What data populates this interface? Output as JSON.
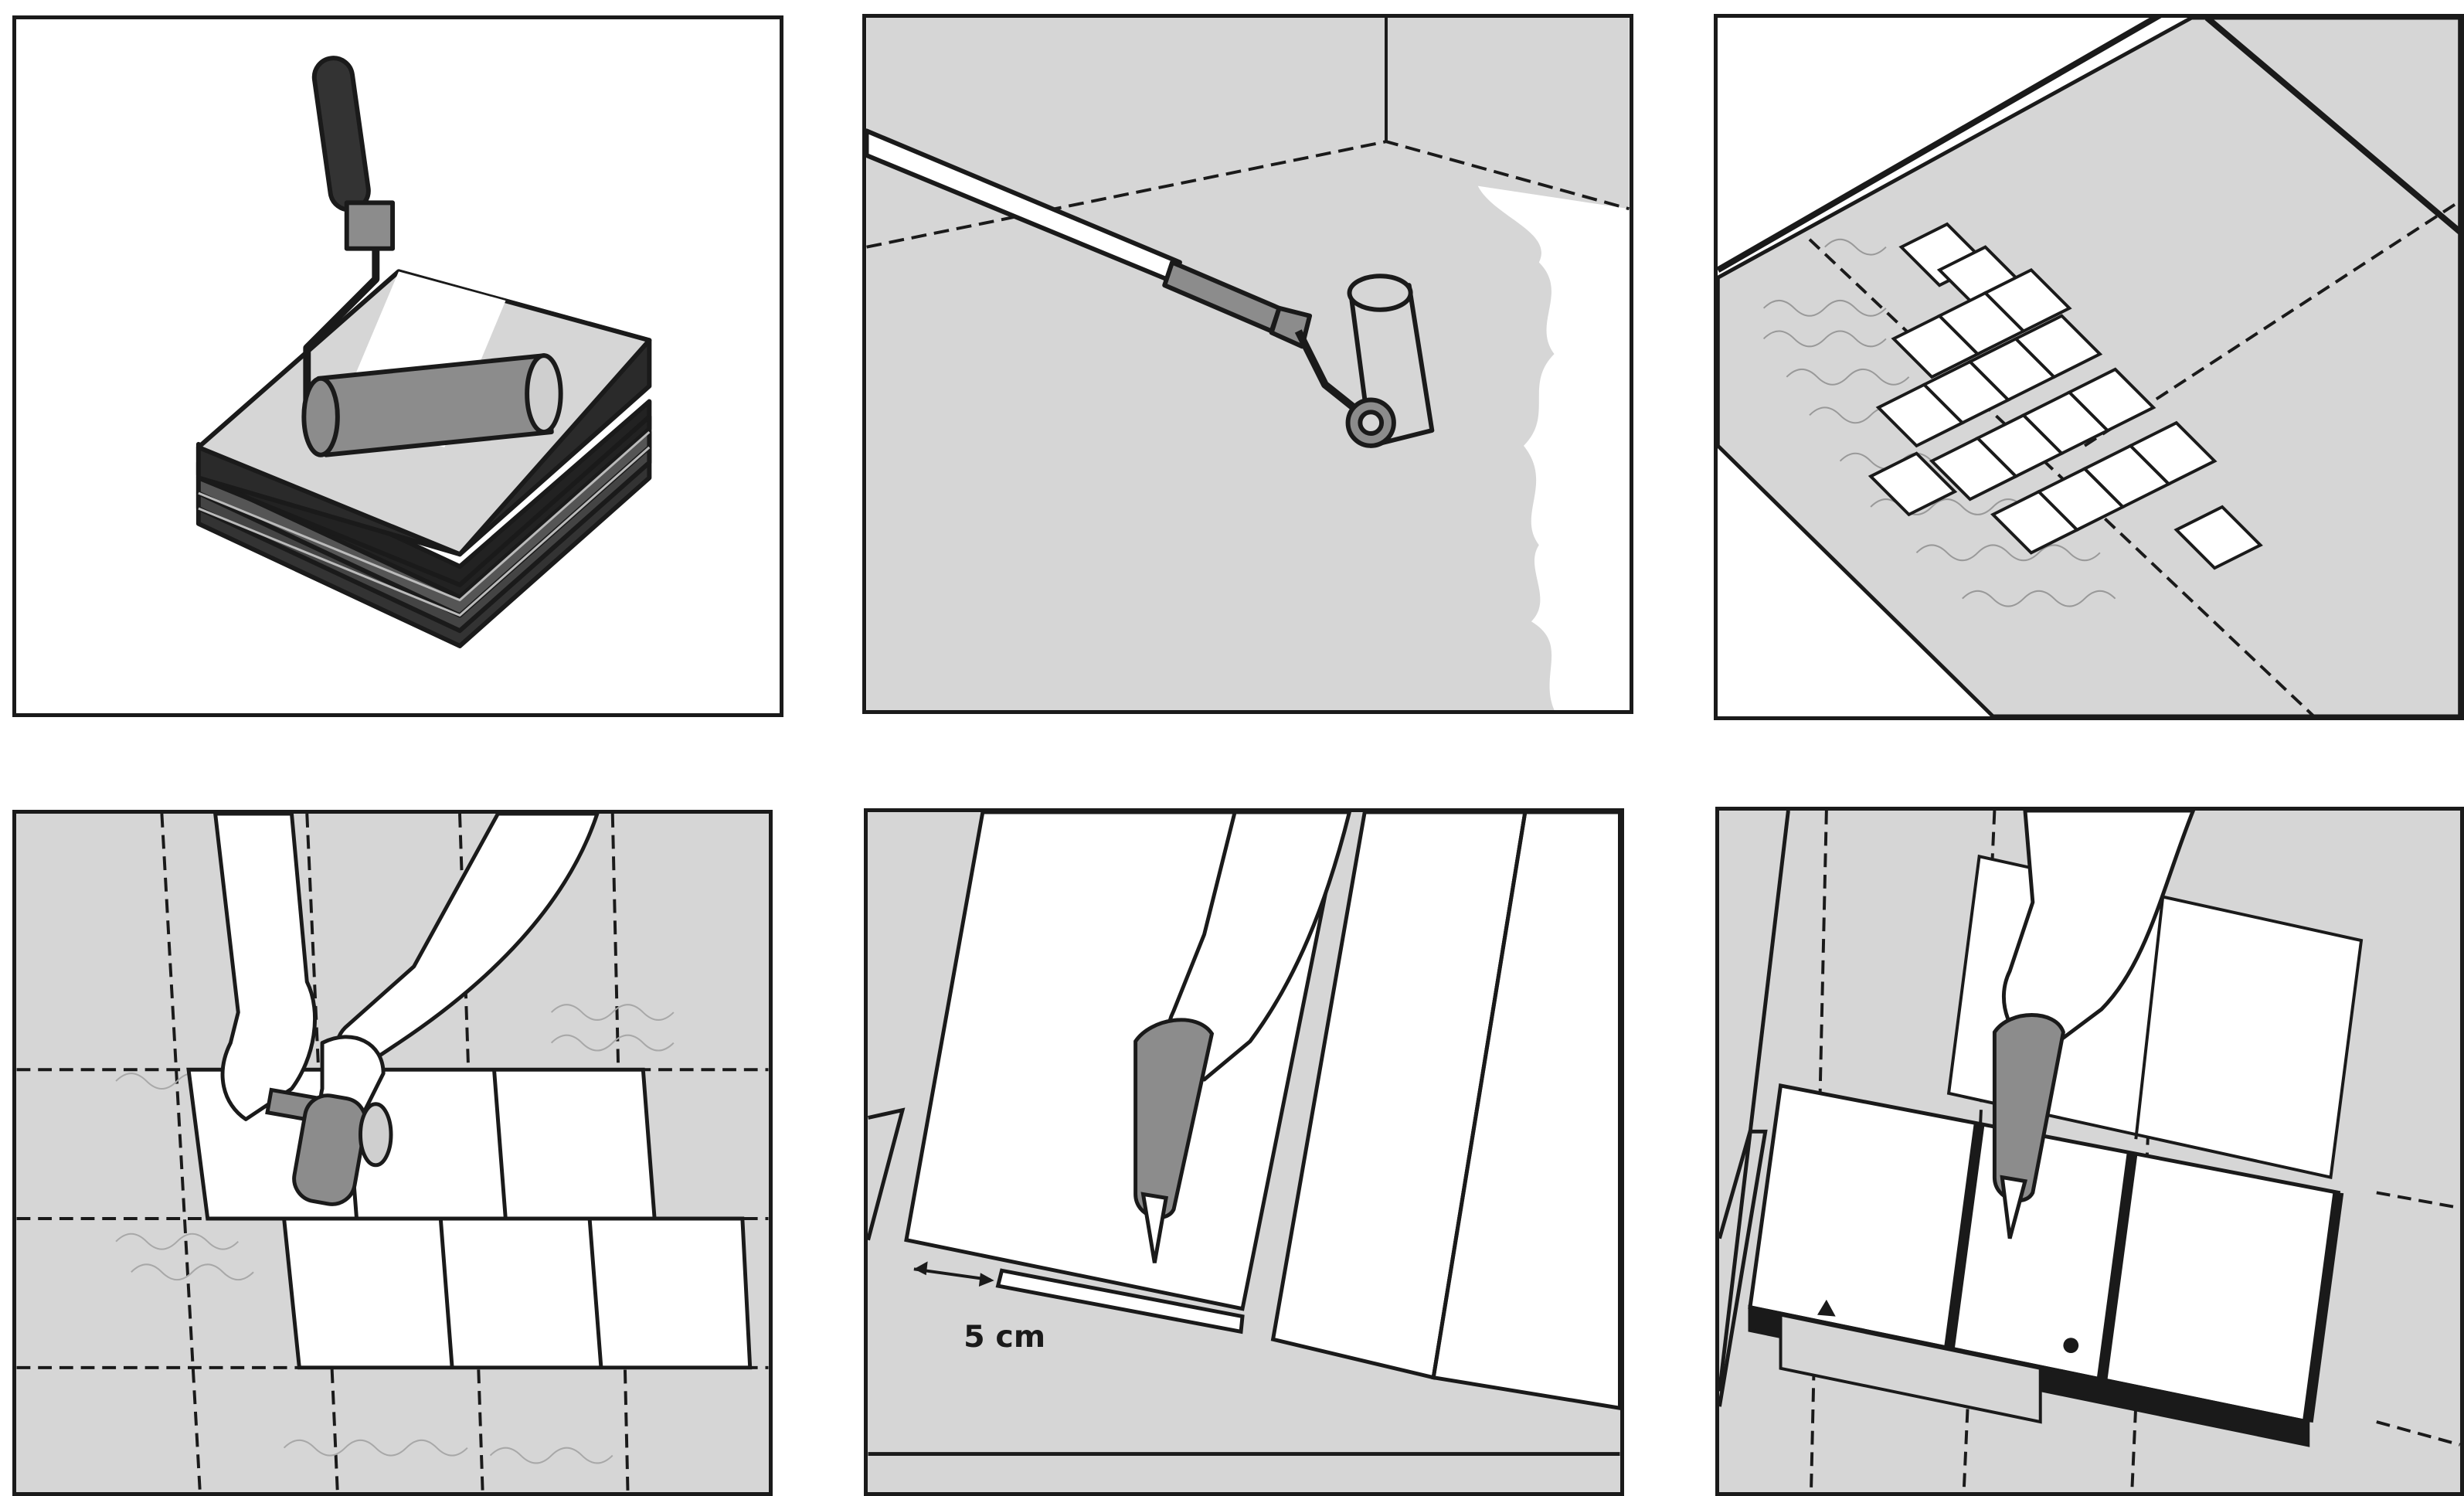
{
  "panels": [
    {
      "id": "apply-primer-to-tiles"
    },
    {
      "id": "roll-primer-on-floor"
    },
    {
      "id": "lay-out-tiles-on-adhesive"
    },
    {
      "id": "tap-tiles-with-mallet"
    },
    {
      "id": "cut-tile-with-knife"
    },
    {
      "id": "cut-edge-tile-with-knife"
    }
  ],
  "annotations": {
    "measurement_label": "5 cm"
  },
  "colors": {
    "line": "#1a1a1a",
    "floor_gray": "#d6d6d6",
    "tile_white": "#ffffff",
    "tool_gray": "#8c8c8c"
  }
}
